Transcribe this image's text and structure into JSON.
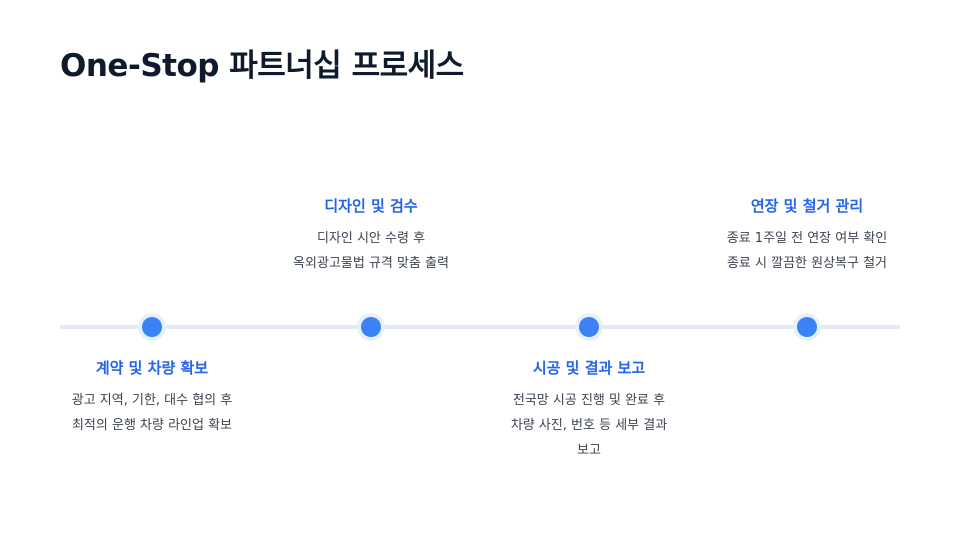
{
  "title": "One-Stop 파트너십 프로세스",
  "steps": [
    {
      "title": "계약 및 차량 확보",
      "line1": "광고 지역, 기한, 대수 협의 후",
      "line2": "최적의 운행 차량 라인업 확보",
      "line3": ""
    },
    {
      "title": "디자인 및 검수",
      "line1": "디자인 시안 수령 후",
      "line2": "옥외광고물법 규격 맞춤 출력",
      "line3": ""
    },
    {
      "title": "시공 및 결과 보고",
      "line1": "전국망 시공 진행 및 완료 후",
      "line2": "차량 사진, 번호 등 세부 결과",
      "line3": "보고"
    },
    {
      "title": "연장 및 철거 관리",
      "line1": "종료 1주일 전 연장 여부 확인",
      "line2": "종료 시 깔끔한 원상복구 철거",
      "line3": ""
    }
  ],
  "colors": {
    "accent": "#2563eb",
    "dot": "#3b82f6",
    "line": "#e4eaf2",
    "title": "#0f1b2d"
  }
}
